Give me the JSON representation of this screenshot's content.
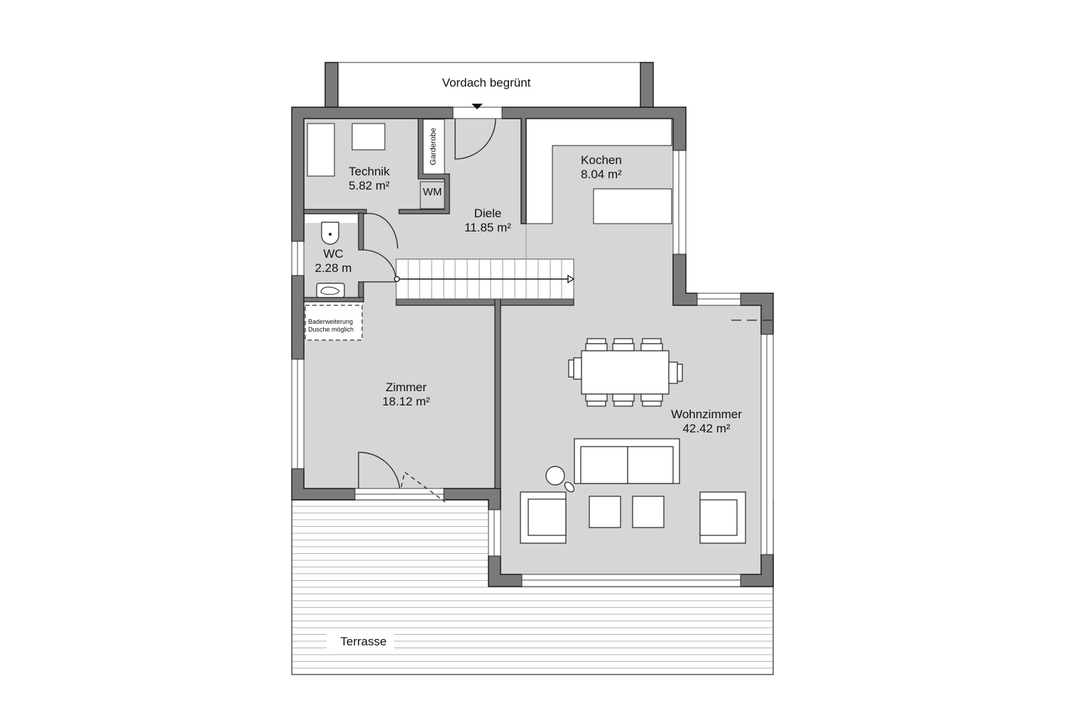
{
  "plan": {
    "colors": {
      "floor": "#d6d6d6",
      "wall": "#7a7a7a",
      "outline": "#1a1a1a",
      "terrace_line": "#b8b8b8",
      "background": "#ffffff"
    },
    "labels": {
      "vordach": "Vordach begrünt",
      "technik": {
        "name": "Technik",
        "area": "5.82 m²"
      },
      "garderobe": "Garderobe",
      "wm": "WM",
      "diele": {
        "name": "Diele",
        "area": "11.85 m²"
      },
      "kochen": {
        "name": "Kochen",
        "area": "8.04 m²"
      },
      "wc": {
        "name": "WC",
        "area": "2.28 m"
      },
      "baderweiterung": {
        "line1": "Baderweiterung",
        "line2": "Dusche möglich"
      },
      "zimmer": {
        "name": "Zimmer",
        "area": "18.12 m²"
      },
      "wohnzimmer": {
        "name": "Wohnzimmer",
        "area": "42.42 m²"
      },
      "terrasse": "Terrasse"
    },
    "stairs": {
      "treads": 15
    }
  }
}
